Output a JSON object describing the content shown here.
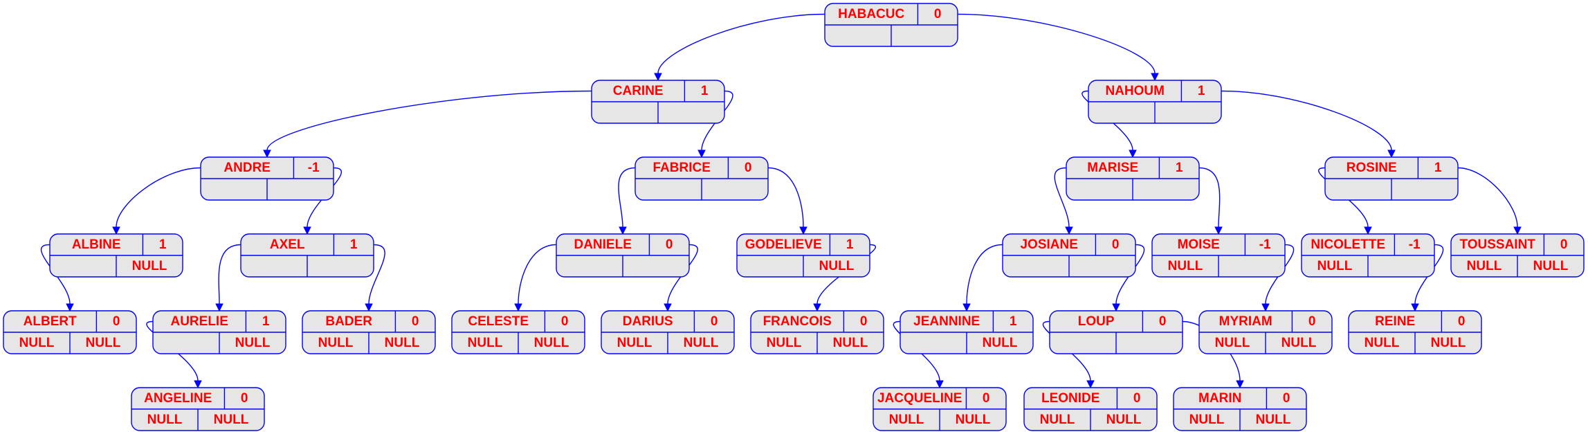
{
  "colors": {
    "border": "#0000ff",
    "fill": "#e6e6e6",
    "text": "#ff0000"
  },
  "nodes": [
    {
      "id": "HABACUC",
      "name": "HABACUC",
      "balance": "0",
      "left": "",
      "right": ""
    },
    {
      "id": "CARINE",
      "name": "CARINE",
      "balance": "1",
      "left": "",
      "right": ""
    },
    {
      "id": "NAHOUM",
      "name": "NAHOUM",
      "balance": "1",
      "left": "",
      "right": ""
    },
    {
      "id": "ANDRE",
      "name": "ANDRE",
      "balance": "-1",
      "left": "",
      "right": ""
    },
    {
      "id": "FABRICE",
      "name": "FABRICE",
      "balance": "0",
      "left": "",
      "right": ""
    },
    {
      "id": "MARISE",
      "name": "MARISE",
      "balance": "1",
      "left": "",
      "right": ""
    },
    {
      "id": "ROSINE",
      "name": "ROSINE",
      "balance": "1",
      "left": "",
      "right": ""
    },
    {
      "id": "ALBINE",
      "name": "ALBINE",
      "balance": "1",
      "left": "",
      "right": "NULL"
    },
    {
      "id": "AXEL",
      "name": "AXEL",
      "balance": "1",
      "left": "",
      "right": ""
    },
    {
      "id": "DANIELE",
      "name": "DANIELE",
      "balance": "0",
      "left": "",
      "right": ""
    },
    {
      "id": "GODELIEVE",
      "name": "GODELIEVE",
      "balance": "1",
      "left": "",
      "right": "NULL"
    },
    {
      "id": "JOSIANE",
      "name": "JOSIANE",
      "balance": "0",
      "left": "",
      "right": ""
    },
    {
      "id": "MOISE",
      "name": "MOISE",
      "balance": "-1",
      "left": "NULL",
      "right": ""
    },
    {
      "id": "NICOLETTE",
      "name": "NICOLETTE",
      "balance": "-1",
      "left": "NULL",
      "right": ""
    },
    {
      "id": "TOUSSAINT",
      "name": "TOUSSAINT",
      "balance": "0",
      "left": "NULL",
      "right": "NULL"
    },
    {
      "id": "ALBERT",
      "name": "ALBERT",
      "balance": "0",
      "left": "NULL",
      "right": "NULL"
    },
    {
      "id": "AURELIE",
      "name": "AURELIE",
      "balance": "1",
      "left": "",
      "right": "NULL"
    },
    {
      "id": "BADER",
      "name": "BADER",
      "balance": "0",
      "left": "NULL",
      "right": "NULL"
    },
    {
      "id": "CELESTE",
      "name": "CELESTE",
      "balance": "0",
      "left": "NULL",
      "right": "NULL"
    },
    {
      "id": "DARIUS",
      "name": "DARIUS",
      "balance": "0",
      "left": "NULL",
      "right": "NULL"
    },
    {
      "id": "FRANCOIS",
      "name": "FRANCOIS",
      "balance": "0",
      "left": "NULL",
      "right": "NULL"
    },
    {
      "id": "JEANNINE",
      "name": "JEANNINE",
      "balance": "1",
      "left": "",
      "right": "NULL"
    },
    {
      "id": "LOUP",
      "name": "LOUP",
      "balance": "0",
      "left": "",
      "right": ""
    },
    {
      "id": "MYRIAM",
      "name": "MYRIAM",
      "balance": "0",
      "left": "NULL",
      "right": "NULL"
    },
    {
      "id": "REINE",
      "name": "REINE",
      "balance": "0",
      "left": "NULL",
      "right": "NULL"
    },
    {
      "id": "ANGELINE",
      "name": "ANGELINE",
      "balance": "0",
      "left": "NULL",
      "right": "NULL"
    },
    {
      "id": "JACQUELINE",
      "name": "JACQUELINE",
      "balance": "0",
      "left": "NULL",
      "right": "NULL"
    },
    {
      "id": "LEONIDE",
      "name": "LEONIDE",
      "balance": "0",
      "left": "NULL",
      "right": "NULL"
    },
    {
      "id": "MARIN",
      "name": "MARIN",
      "balance": "0",
      "left": "NULL",
      "right": "NULL"
    }
  ],
  "edges": [
    {
      "from": "HABACUC",
      "to": "CARINE"
    },
    {
      "from": "HABACUC",
      "to": "NAHOUM"
    },
    {
      "from": "CARINE",
      "to": "ANDRE"
    },
    {
      "from": "CARINE",
      "to": "FABRICE"
    },
    {
      "from": "NAHOUM",
      "to": "MARISE"
    },
    {
      "from": "NAHOUM",
      "to": "ROSINE"
    },
    {
      "from": "ANDRE",
      "to": "ALBINE"
    },
    {
      "from": "ANDRE",
      "to": "AXEL"
    },
    {
      "from": "FABRICE",
      "to": "DANIELE"
    },
    {
      "from": "FABRICE",
      "to": "GODELIEVE"
    },
    {
      "from": "MARISE",
      "to": "JOSIANE"
    },
    {
      "from": "MARISE",
      "to": "MOISE"
    },
    {
      "from": "ROSINE",
      "to": "NICOLETTE"
    },
    {
      "from": "ROSINE",
      "to": "TOUSSAINT"
    },
    {
      "from": "ALBINE",
      "to": "ALBERT"
    },
    {
      "from": "AXEL",
      "to": "AURELIE"
    },
    {
      "from": "AXEL",
      "to": "BADER"
    },
    {
      "from": "DANIELE",
      "to": "CELESTE"
    },
    {
      "from": "DANIELE",
      "to": "DARIUS"
    },
    {
      "from": "GODELIEVE",
      "to": "FRANCOIS"
    },
    {
      "from": "JOSIANE",
      "to": "JEANNINE"
    },
    {
      "from": "JOSIANE",
      "to": "LOUP"
    },
    {
      "from": "MOISE",
      "to": "MYRIAM"
    },
    {
      "from": "NICOLETTE",
      "to": "REINE"
    },
    {
      "from": "AURELIE",
      "to": "ANGELINE"
    },
    {
      "from": "JEANNINE",
      "to": "JACQUELINE"
    },
    {
      "from": "LOUP",
      "to": "LEONIDE"
    },
    {
      "from": "LOUP",
      "to": "MARIN"
    }
  ]
}
